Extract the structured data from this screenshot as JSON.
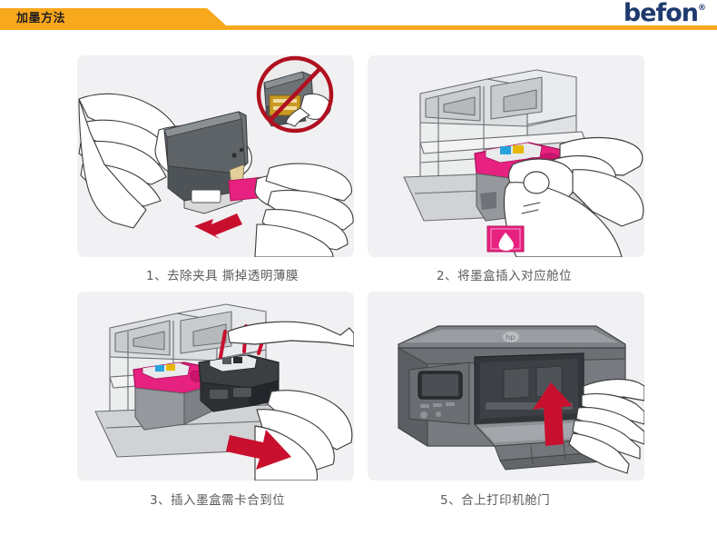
{
  "header": {
    "tab_label": "加墨方法",
    "brand": "befon",
    "brand_reg": "®",
    "accent_color": "#F8A81C",
    "brand_color": "#1F3A6E"
  },
  "colors": {
    "panel_background": "#F1F1F3",
    "caption_text": "#5b5b5b",
    "magenta": "#E6217F",
    "prohibition_red": "#B01020",
    "arrow_red": "#C8102E",
    "cartridge_dark": "#5A5E63",
    "printer_body": "#6E7276",
    "contacts_gold": "#C99A22"
  },
  "steps": [
    {
      "id": "step-1",
      "number": "1",
      "caption": "1、去除夹具  撕掉透明薄膜",
      "illustration": "hands-removing-tape-from-cartridge",
      "annotations": {
        "inset_badge": "no-touch-contacts-prohibition",
        "tape_color": "#E6217F",
        "arrow": "pull-tape-arrow-red"
      }
    },
    {
      "id": "step-2",
      "number": "2",
      "caption": "2、将墨盒插入对应舱位",
      "illustration": "hand-inserting-color-cartridge-into-carriage",
      "annotations": {
        "ink_badge": "magenta-ink-drop-label",
        "ink_badge_color": "#E6217F"
      }
    },
    {
      "id": "step-3",
      "number": "3",
      "caption": "3、插入墨盒需卡合到位",
      "illustration": "two-cartridges-seated-in-carriage-push-black",
      "annotations": {
        "arrow": "push-in-arrow-red",
        "left_cartridge": "tri-color-magenta",
        "right_cartridge": "black"
      }
    },
    {
      "id": "step-4",
      "number": "5",
      "caption": "5、合上打印机舱门",
      "illustration": "printer-with-cartridge-door-closing",
      "annotations": {
        "arrow": "close-door-arrow-red"
      }
    }
  ]
}
